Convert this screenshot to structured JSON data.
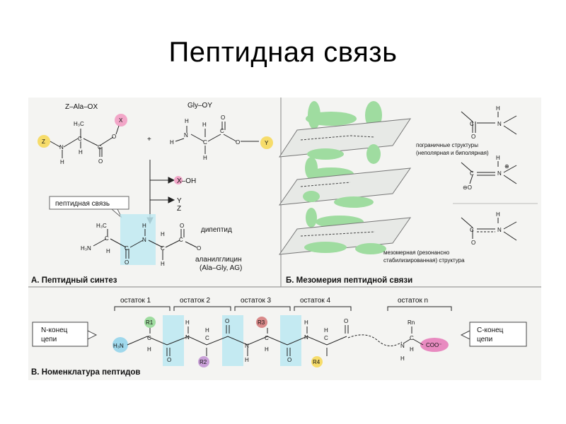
{
  "title": "Пептидная связь",
  "panel_a": {
    "caption": "А. Пептидный синтез",
    "reactant1_name": "Z–Ala–OX",
    "reactant2_name": "Gly–OY",
    "plus": "+",
    "byproduct1": "X–OH",
    "byproduct2a": "Y",
    "byproduct2b": "Z",
    "callout": "пептидная связь",
    "dipeptide_label": "дипептид",
    "product_name": "аланилглицин",
    "product_abbrev": "(Ala–Gly, AG)",
    "group_x": "X",
    "group_z": "Z",
    "group_y": "Y"
  },
  "panel_b": {
    "caption": "Б. Мезомерия пептидной связи",
    "boundary_line1": "пограничные структуры",
    "boundary_line2": "(неполярная и биполярная)",
    "meso_line1": "мезомерная (резонансно",
    "meso_line2": "стабилизированная) структура"
  },
  "panel_c": {
    "caption": "В. Номенклатура пептидов",
    "residues": [
      "остаток 1",
      "остаток 2",
      "остаток 3",
      "остаток 4",
      "остаток n"
    ],
    "n_term_line1": "N-конец",
    "n_term_line2": "цепи",
    "c_term_line1": "С-конец",
    "c_term_line2": "цепи",
    "side_chains": [
      "R1",
      "R2",
      "R3",
      "R4",
      "Rn"
    ],
    "coo": "COO⁻"
  },
  "colors": {
    "highlight_cyan": "#bfe9f2",
    "orbital_green": "#9fdca0",
    "pink": "#f2a6c8",
    "yellow": "#f6dc6a",
    "red_rose": "#d98a8a",
    "magenta_coo": "#e88ac0"
  }
}
